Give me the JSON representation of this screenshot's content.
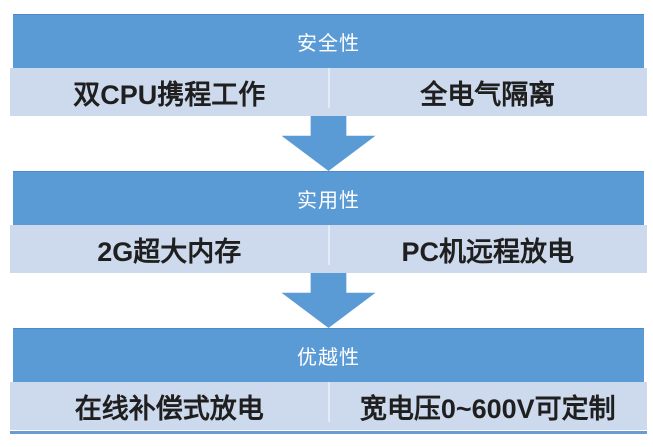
{
  "diagram_title": "product-feature-flow",
  "colors": {
    "header_blue": "#5B9BD5",
    "row_light_blue": "#CDD9EC",
    "cell_divider": "#E3EBF6",
    "arrow_blue": "#5B9BD5",
    "bottom_line_blue": "#6B9BD2",
    "header_text": "#FFFFFF",
    "body_text": "#1F1F1F"
  },
  "sections": [
    {
      "header": "安全性",
      "cells": [
        "双CPU携程工作",
        "全电气隔离"
      ]
    },
    {
      "header": "实用性",
      "cells": [
        "2G超大内存",
        "PC机远程放电"
      ]
    },
    {
      "header": "优越性",
      "cells": [
        "在线补偿式放电",
        "宽电压0~600V可定制"
      ]
    }
  ]
}
